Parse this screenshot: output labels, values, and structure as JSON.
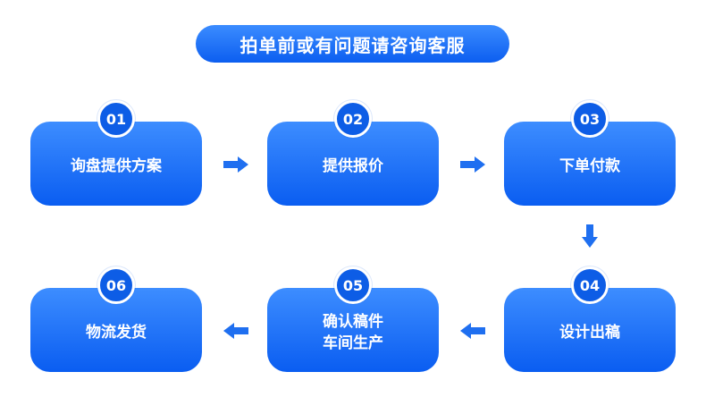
{
  "title": "拍单前或有问题请咨询客服",
  "steps": [
    {
      "num": "01",
      "label": "询盘提供方案"
    },
    {
      "num": "02",
      "label": "提供报价"
    },
    {
      "num": "03",
      "label": "下单付款"
    },
    {
      "num": "04",
      "label": "设计出稿"
    },
    {
      "num": "05",
      "label": "确认稿件",
      "label2": "车间生产"
    },
    {
      "num": "06",
      "label": "物流发货"
    }
  ],
  "colors": {
    "primary": "#1a6ef5",
    "badge": "#0d5de6",
    "arrow": "#1f6ff0"
  }
}
